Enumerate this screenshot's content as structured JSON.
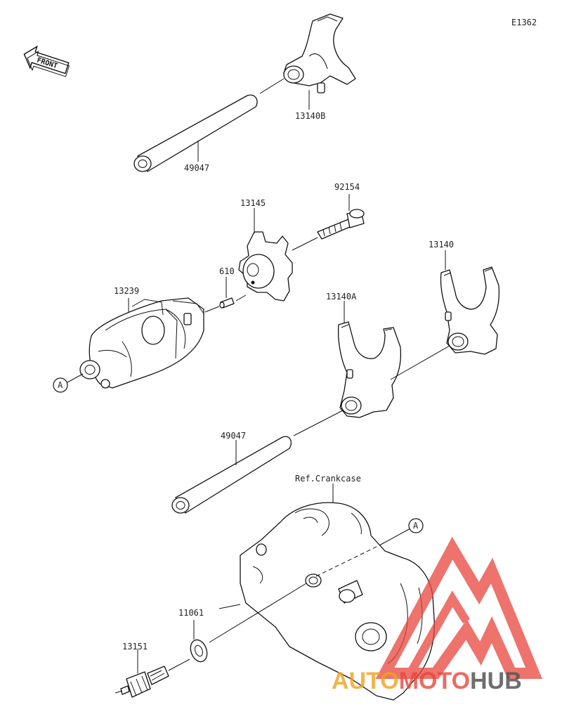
{
  "diagram_code": "E1362",
  "front_label": "FRONT",
  "callouts": {
    "p13140B": "13140B",
    "p49047_top": "49047",
    "p92154": "92154",
    "p13145": "13145",
    "p610": "610",
    "p13239": "13239",
    "p13140": "13140",
    "p13140A": "13140A",
    "p49047_mid": "49047",
    "ref_crankcase": "Ref.Crankcase",
    "p11061": "11061",
    "p13151": "13151",
    "ref_A_left": "A",
    "ref_A_right": "A"
  },
  "watermark": {
    "part1": "AUTO",
    "part2": "MOTO",
    "part3": "HUB",
    "color_orange": "#f0a020",
    "color_red": "#e8453c",
    "color_dark": "#555555"
  }
}
